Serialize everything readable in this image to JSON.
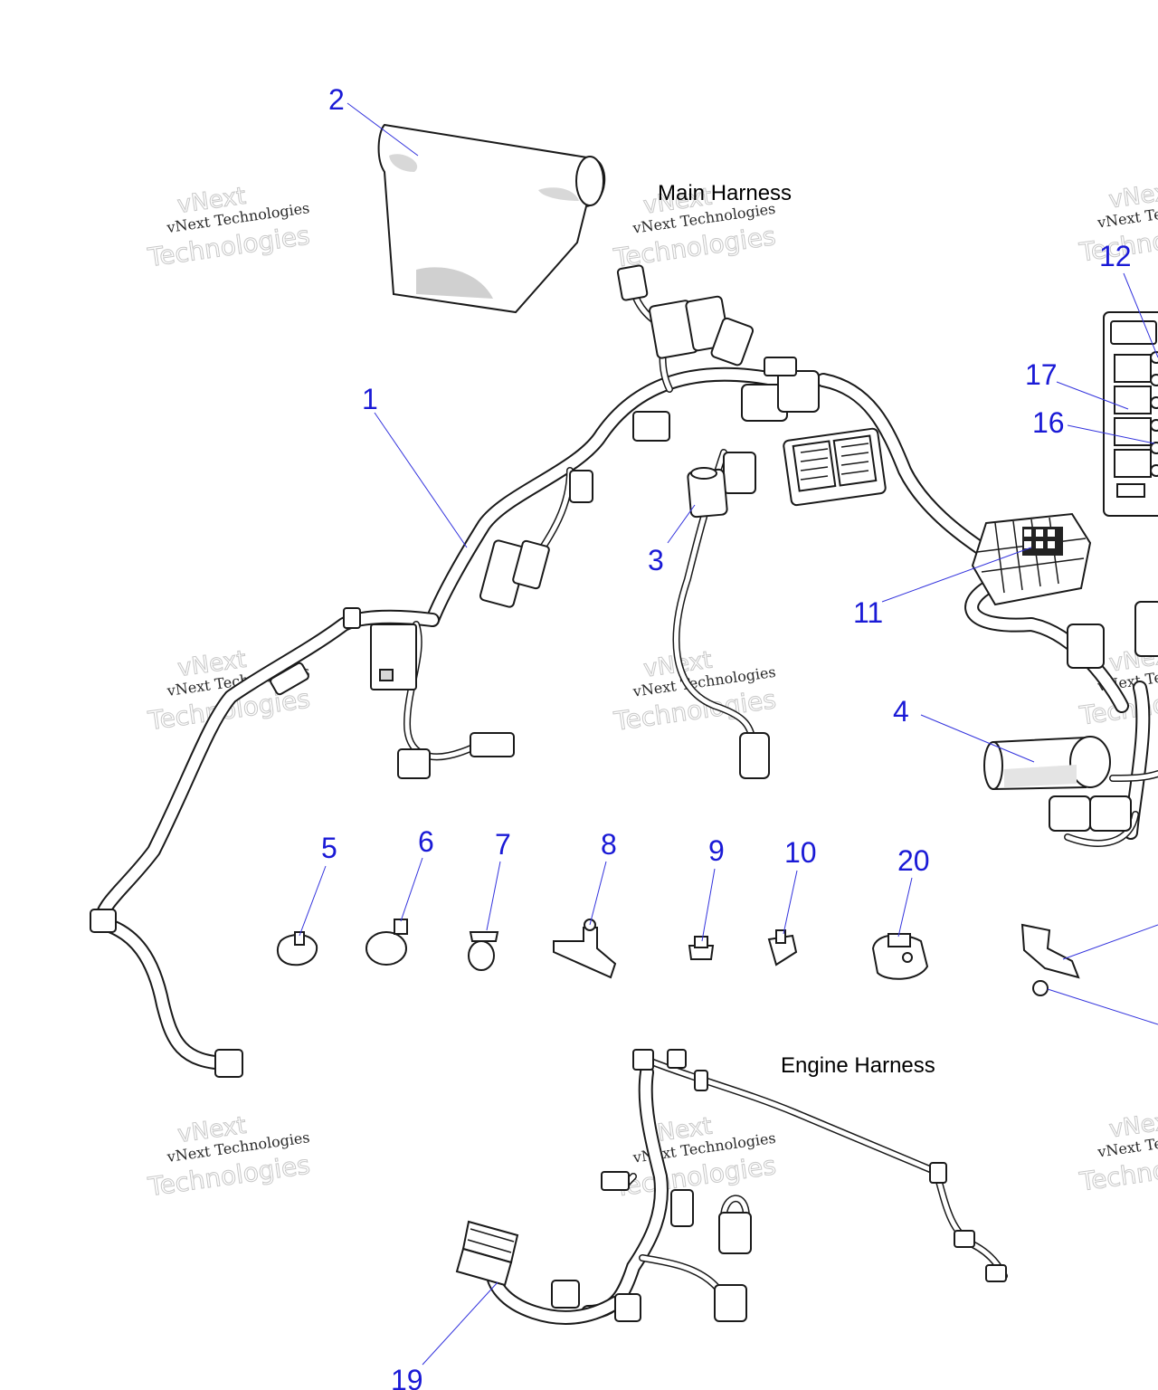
{
  "labels": {
    "main_harness": "Main Harness",
    "engine_harness": "Engine Harness"
  },
  "callouts": {
    "c1": "1",
    "c2": "2",
    "c3": "3",
    "c4": "4",
    "c5": "5",
    "c6": "6",
    "c7": "7",
    "c8": "8",
    "c9": "9",
    "c10": "10",
    "c11": "11",
    "c12": "12",
    "c16": "16",
    "c17": "17",
    "c19": "19",
    "c20": "20"
  },
  "watermark": {
    "line1": "vNext",
    "line2": "vNext Technologies",
    "line3": "Technologies",
    "line2_cut": "vNext Te",
    "line3_cut": "Techno"
  },
  "colors": {
    "callout": "#1a1ad6",
    "leader": "#3333dd",
    "line": "#1a1a1a",
    "watermark": "#c8c8c8"
  }
}
